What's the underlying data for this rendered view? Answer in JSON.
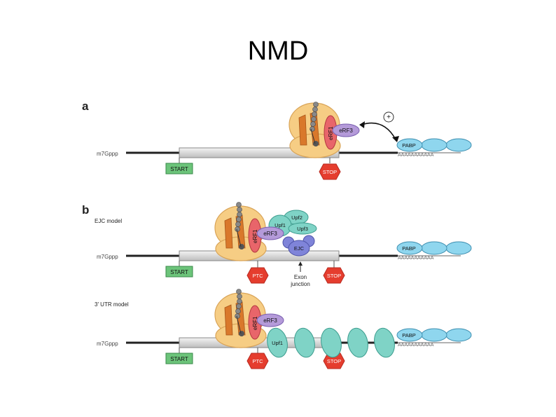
{
  "title": "NMD",
  "panel_a": {
    "letter": "a",
    "cap": "m7Gppp",
    "start": "START",
    "stop": "STOP",
    "erf1": "eRF1",
    "erf3": "eRF3",
    "pabp": "PABP",
    "poly_a": "AAAAAAAAAAA",
    "plus": "+"
  },
  "panel_b": {
    "letter": "b",
    "ejc_model": {
      "title": "EJC model",
      "cap": "m7Gppp",
      "start": "START",
      "ptc": "PTC",
      "stop": "STOP",
      "erf1": "eRF1",
      "erf3": "eRF3",
      "upf1": "Upf1",
      "upf2": "Upf2",
      "upf3": "Upf3",
      "ejc": "EJC",
      "exon_junction": [
        "Exon",
        "junction"
      ],
      "pabp": "PABP",
      "poly_a": "AAAAAAAAAAA"
    },
    "utr_model": {
      "title": "3′ UTR model",
      "cap": "m7Gppp",
      "start": "START",
      "ptc": "PTC",
      "stop": "STOP",
      "erf1": "eRF1",
      "erf3": "eRF3",
      "upf1": "Upf1",
      "pabp": "PABP",
      "poly_a": "AAAAAAAAAAA"
    }
  },
  "colors": {
    "ribosome": "#f6cd84",
    "ribosome_edge": "#d9a458",
    "trna": "#d9782b",
    "erf1": "#e8656a",
    "erf3": "#b49ad9",
    "pabp": "#8fd6ee",
    "upf": "#7fd3c6",
    "ejc": "#7f84d9",
    "start_box": "#6cc47a",
    "stop_hex": "#e53d2e"
  }
}
